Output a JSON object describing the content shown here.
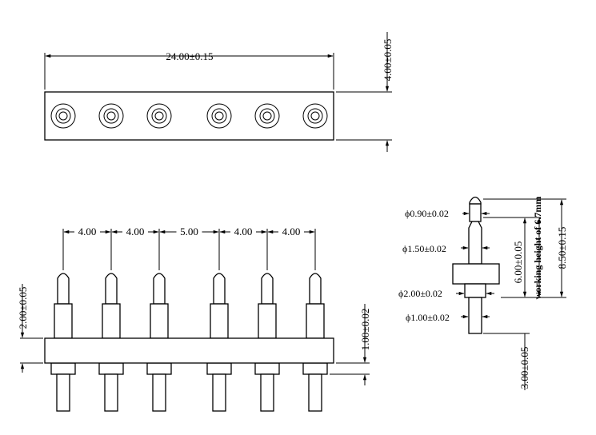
{
  "top_view": {
    "length_dim": "24.00±0.15",
    "height_dim": "4.00±0.05"
  },
  "front_view": {
    "pitch_dims": [
      "4.00",
      "4.00",
      "5.00",
      "4.00",
      "4.00"
    ],
    "pin_height_dim": "2.00±0.05",
    "body_thickness_dim": "1.00±0.02"
  },
  "side_view": {
    "tip_diameter": "ϕ0.90±0.02",
    "plunger_diameter": "ϕ1.50±0.02",
    "collar_diameter": "ϕ2.00±0.02",
    "tail_diameter": "ϕ1.00±0.02",
    "tail_length": "3.00±0.05",
    "stroke_dim": "6.00±0.05",
    "working_height": "working height of 6.7mm",
    "total_length": "8.50±0.15"
  },
  "pin_count": 6
}
